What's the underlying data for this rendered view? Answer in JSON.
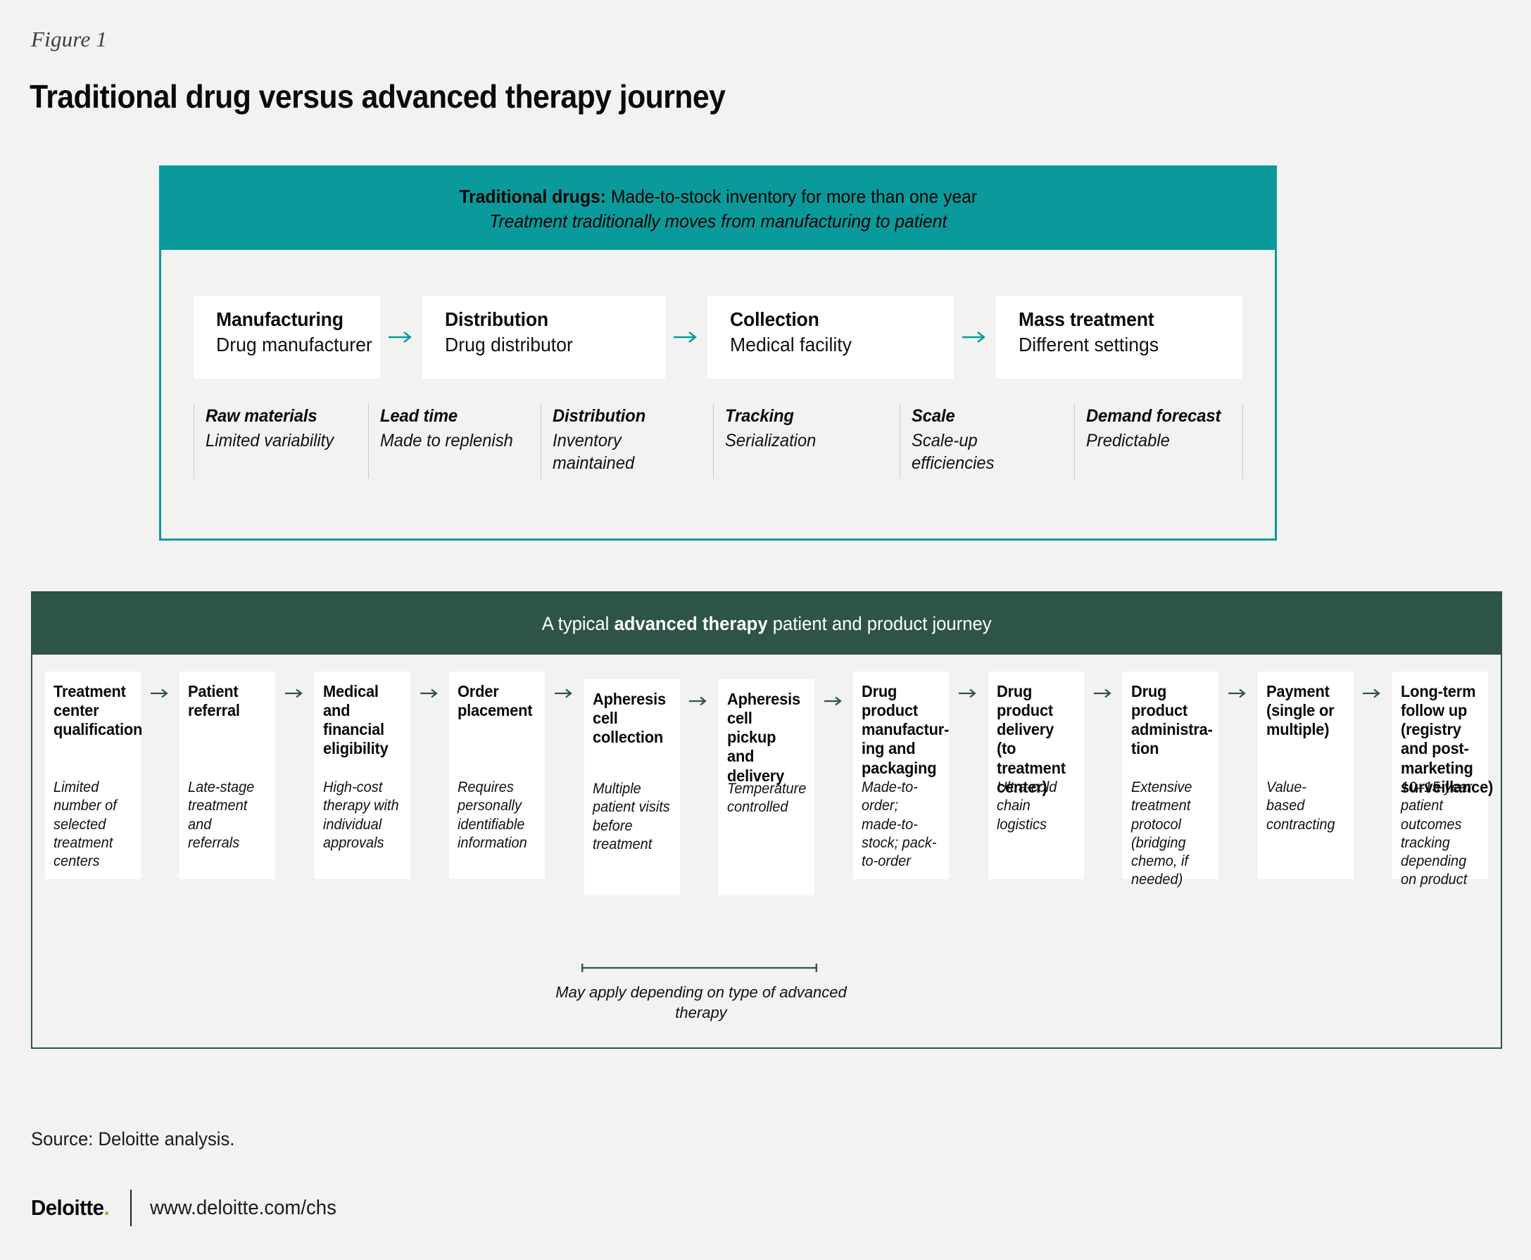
{
  "figure": {
    "label": "Figure 1",
    "title": "Traditional drug versus advanced therapy journey"
  },
  "traditional": {
    "header": {
      "bold_lead": "Traditional drugs:",
      "line1_rest": " Made-to-stock inventory for more than one year",
      "line2": "Treatment traditionally moves from manufacturing to patient"
    },
    "steps": [
      {
        "title": "Manufacturing",
        "subtitle": "Drug manufacturer"
      },
      {
        "title": "Distribution",
        "subtitle": "Drug distributor"
      },
      {
        "title": "Collection",
        "subtitle": "Medical facility"
      },
      {
        "title": "Mass treatment",
        "subtitle": "Different settings"
      }
    ],
    "metrics": [
      {
        "label": "Raw materials",
        "value": "Limited variability"
      },
      {
        "label": "Lead time",
        "value": "Made to replenish"
      },
      {
        "label": "Distribution",
        "value": "Inventory maintained"
      },
      {
        "label": "Tracking",
        "value": "Serialization"
      },
      {
        "label": "Scale",
        "value": "Scale-up efficiencies"
      },
      {
        "label": "Demand forecast",
        "value": "Predictable"
      }
    ],
    "accent_color": "#0b9a9b"
  },
  "advanced": {
    "header": {
      "prefix": "A typical ",
      "bold": "advanced therapy",
      "suffix": " patient and product journey"
    },
    "accent_color": "#2e5349",
    "steps": [
      {
        "title": "Treatment center qualification",
        "desc": "Limited number of selected treatment centers"
      },
      {
        "title": "Patient referral",
        "desc": "Late-stage treatment and referrals"
      },
      {
        "title": "Medical and financial eligibility",
        "desc": "High-cost therapy with individual approvals"
      },
      {
        "title": "Order placement",
        "desc": "Requires personally identifiable information"
      },
      {
        "title": "Apheresis cell collection",
        "desc": "Multiple patient visits before treatment"
      },
      {
        "title": "Apheresis cell pickup and delivery",
        "desc": "Temperature controlled"
      },
      {
        "title": "Drug product manufactur-ing and packaging",
        "desc": "Made-to- order; made-to-stock; pack-to-order"
      },
      {
        "title": "Drug product delivery (to treatment center)",
        "desc": "Ultra-cold chain logistics"
      },
      {
        "title": "Drug product administra-tion",
        "desc": "Extensive treatment protocol (bridging chemo, if needed)"
      },
      {
        "title": "Payment (single or multiple)",
        "desc": "Value-based contracting"
      },
      {
        "title": "Long-term follow up (registry and post-marketing surveillance)",
        "desc": "10–15-year patient outcomes tracking depending on product"
      }
    ],
    "bracket_caption": "May apply depending on type of advanced therapy"
  },
  "footer": {
    "source": "Source: Deloitte analysis.",
    "logo": "Deloitte",
    "logo_dot": ".",
    "url": "www.deloitte.com/chs",
    "logo_dot_color": "#86bc25"
  }
}
